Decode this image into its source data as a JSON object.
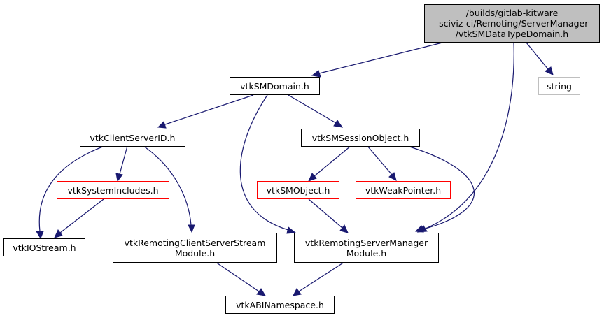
{
  "colors": {
    "edge": "#191970",
    "root_fill": "#bfbfbf",
    "node_border": "#000000",
    "truncated_border": "#ff0000",
    "external_border": "#bfbfbf"
  },
  "nodes": {
    "root": [
      "/builds/gitlab-kitware",
      "-sciviz-ci/Remoting/ServerManager",
      "/vtkSMDataTypeDomain.h"
    ],
    "smdomain": [
      "vtkSMDomain.h"
    ],
    "string": [
      "string"
    ],
    "clientserverid": [
      "vtkClientServerID.h"
    ],
    "smsessionobject": [
      "vtkSMSessionObject.h"
    ],
    "systemincludes": [
      "vtkSystemIncludes.h"
    ],
    "smobject": [
      "vtkSMObject.h"
    ],
    "weakpointer": [
      "vtkWeakPointer.h"
    ],
    "iostream": [
      "vtkIOStream.h"
    ],
    "clientserverstream": [
      "vtkRemotingClientServerStream",
      "Module.h"
    ],
    "servermanagermodule": [
      "vtkRemotingServerManager",
      "Module.h"
    ],
    "abinamespace": [
      "vtkABINamespace.h"
    ]
  },
  "edges": [
    [
      "root",
      "smdomain"
    ],
    [
      "root",
      "string"
    ],
    [
      "root",
      "servermanagermodule"
    ],
    [
      "smdomain",
      "clientserverid"
    ],
    [
      "smdomain",
      "smsessionobject"
    ],
    [
      "smdomain",
      "servermanagermodule"
    ],
    [
      "clientserverid",
      "iostream"
    ],
    [
      "clientserverid",
      "systemincludes"
    ],
    [
      "clientserverid",
      "clientserverstream"
    ],
    [
      "systemincludes",
      "iostream"
    ],
    [
      "smsessionobject",
      "smobject"
    ],
    [
      "smsessionobject",
      "weakpointer"
    ],
    [
      "smsessionobject",
      "servermanagermodule"
    ],
    [
      "smobject",
      "servermanagermodule"
    ],
    [
      "clientserverstream",
      "abinamespace"
    ],
    [
      "servermanagermodule",
      "abinamespace"
    ]
  ]
}
